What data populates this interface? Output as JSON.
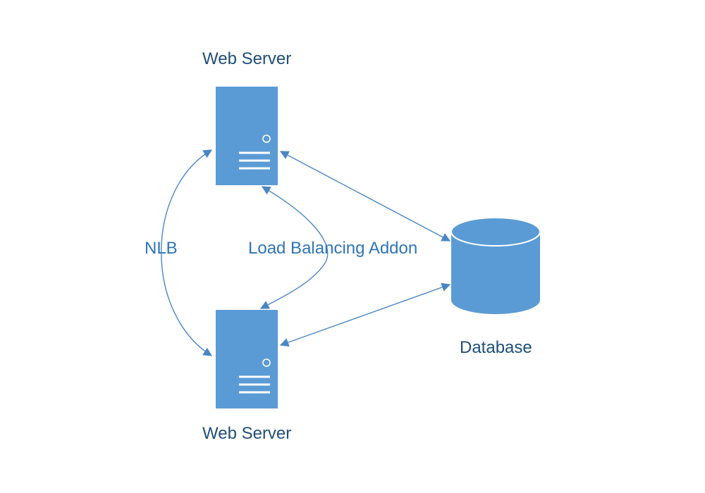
{
  "diagram": {
    "web_server_top_label": "Web Server",
    "web_server_bottom_label": "Web Server",
    "database_label": "Database",
    "nlb_label": "NLB",
    "load_balancing_label": "Load Balancing Addon"
  },
  "colors": {
    "shape_fill": "#5b9bd5",
    "connector": "#4a86c5",
    "title_text": "#1f4e79",
    "connector_text": "#2e75b6"
  },
  "icons": [
    "server-icon",
    "database-icon"
  ]
}
